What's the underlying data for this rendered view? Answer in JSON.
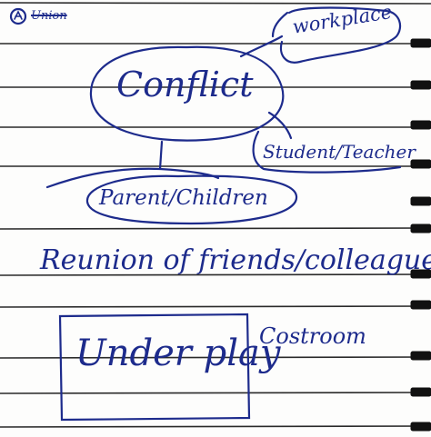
{
  "notes": {
    "corner_mark": "Union",
    "bubble_workplace": "workplace",
    "center_topic": "Conflict",
    "bubble_student_teacher": "Student/Teacher",
    "bubble_parent_children": "Parent/Children",
    "line_reunion": "Reunion of friends/colleagues",
    "boxed_text": "Under play",
    "side_text": "Costroom"
  },
  "colors": {
    "ink": "#1d2b8c",
    "rule_lines": "#2a2a2a",
    "binding_rings": "#1a1a1a",
    "paper": "#fdfdfc"
  },
  "icons": {
    "corner_mark_icon": "circled-star-icon",
    "binding": "spiral-binding-icon"
  }
}
